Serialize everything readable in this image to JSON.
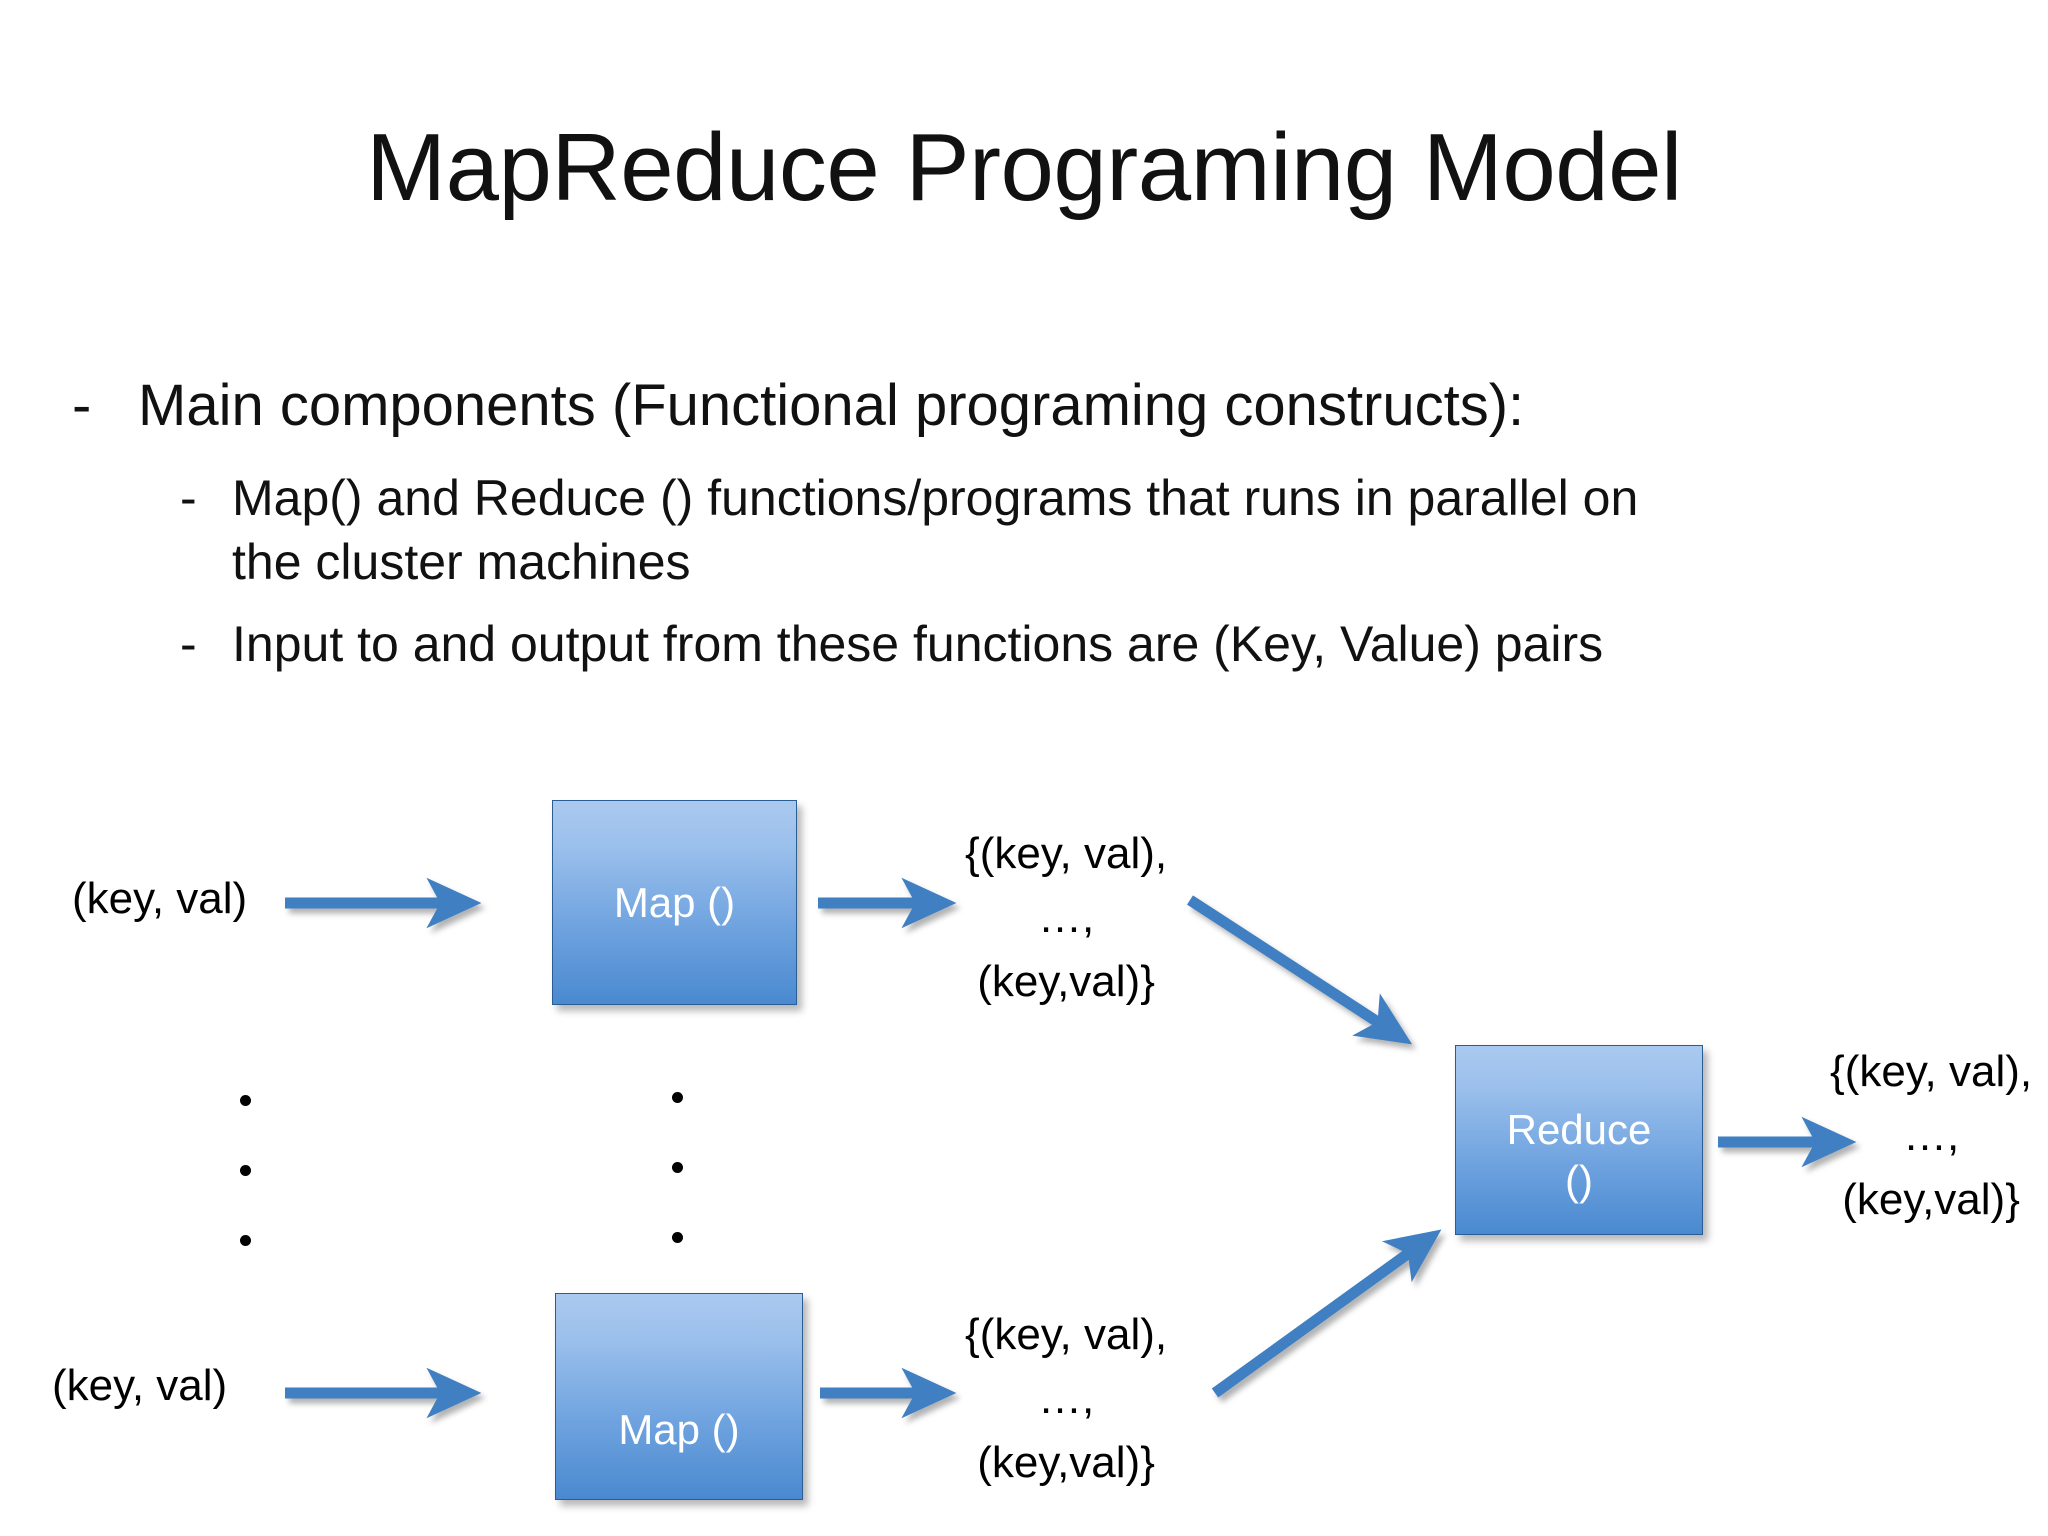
{
  "slide": {
    "title": "MapReduce Programing Model",
    "bullets": {
      "level1": {
        "marker": "-",
        "text": "Main components (Functional programing constructs):"
      },
      "level2": [
        {
          "marker": "-",
          "text": "Map() and Reduce () functions/programs that runs in parallel on the cluster machines"
        },
        {
          "marker": "-",
          "text": "Input to and output from these functions are (Key, Value) pairs"
        }
      ]
    },
    "diagram": {
      "input_labels": [
        "(key, val)",
        "(key, val)"
      ],
      "map_boxes": [
        {
          "label": "Map ()"
        },
        {
          "label": "Map ()"
        }
      ],
      "reduce_box": {
        "line1": "Reduce",
        "line2": "()"
      },
      "intermediate_outputs": [
        {
          "line1": "{(key, val),",
          "line2": "…,",
          "line3": "(key,val)}"
        },
        {
          "line1": "{(key, val),",
          "line2": "…,",
          "line3": "(key,val)}"
        }
      ],
      "final_output": {
        "line1": "{(key, val),",
        "line2": "…,",
        "line3": "(key,val)}"
      },
      "ellipsis_dots": {
        "columns": 2,
        "dots_per_column": 3,
        "glyph": "."
      },
      "arrows": [
        {
          "name": "input-to-map-1",
          "from": "(key, val)",
          "to": "Map ()"
        },
        {
          "name": "map-1-to-output",
          "from": "Map ()",
          "to": "{(key, val), …, (key,val)}"
        },
        {
          "name": "output-1-to-reduce",
          "from": "{(key, val), …, (key,val)}",
          "to": "Reduce ()"
        },
        {
          "name": "input-to-map-2",
          "from": "(key, val)",
          "to": "Map ()"
        },
        {
          "name": "map-2-to-output",
          "from": "Map ()",
          "to": "{(key, val), …, (key,val)}"
        },
        {
          "name": "output-2-to-reduce",
          "from": "{(key, val), …, (key,val)}",
          "to": "Reduce ()"
        },
        {
          "name": "reduce-to-final-output",
          "from": "Reduce ()",
          "to": "{(key, val), …, (key,val)}"
        }
      ],
      "colors": {
        "box_gradient_top": "#aac9ef",
        "box_gradient_bottom": "#4a89d0",
        "box_border": "#2a5d92",
        "arrow": "#3f7fc1",
        "text_on_box": "#ffffff",
        "text": "#000000",
        "background": "#ffffff"
      }
    }
  }
}
